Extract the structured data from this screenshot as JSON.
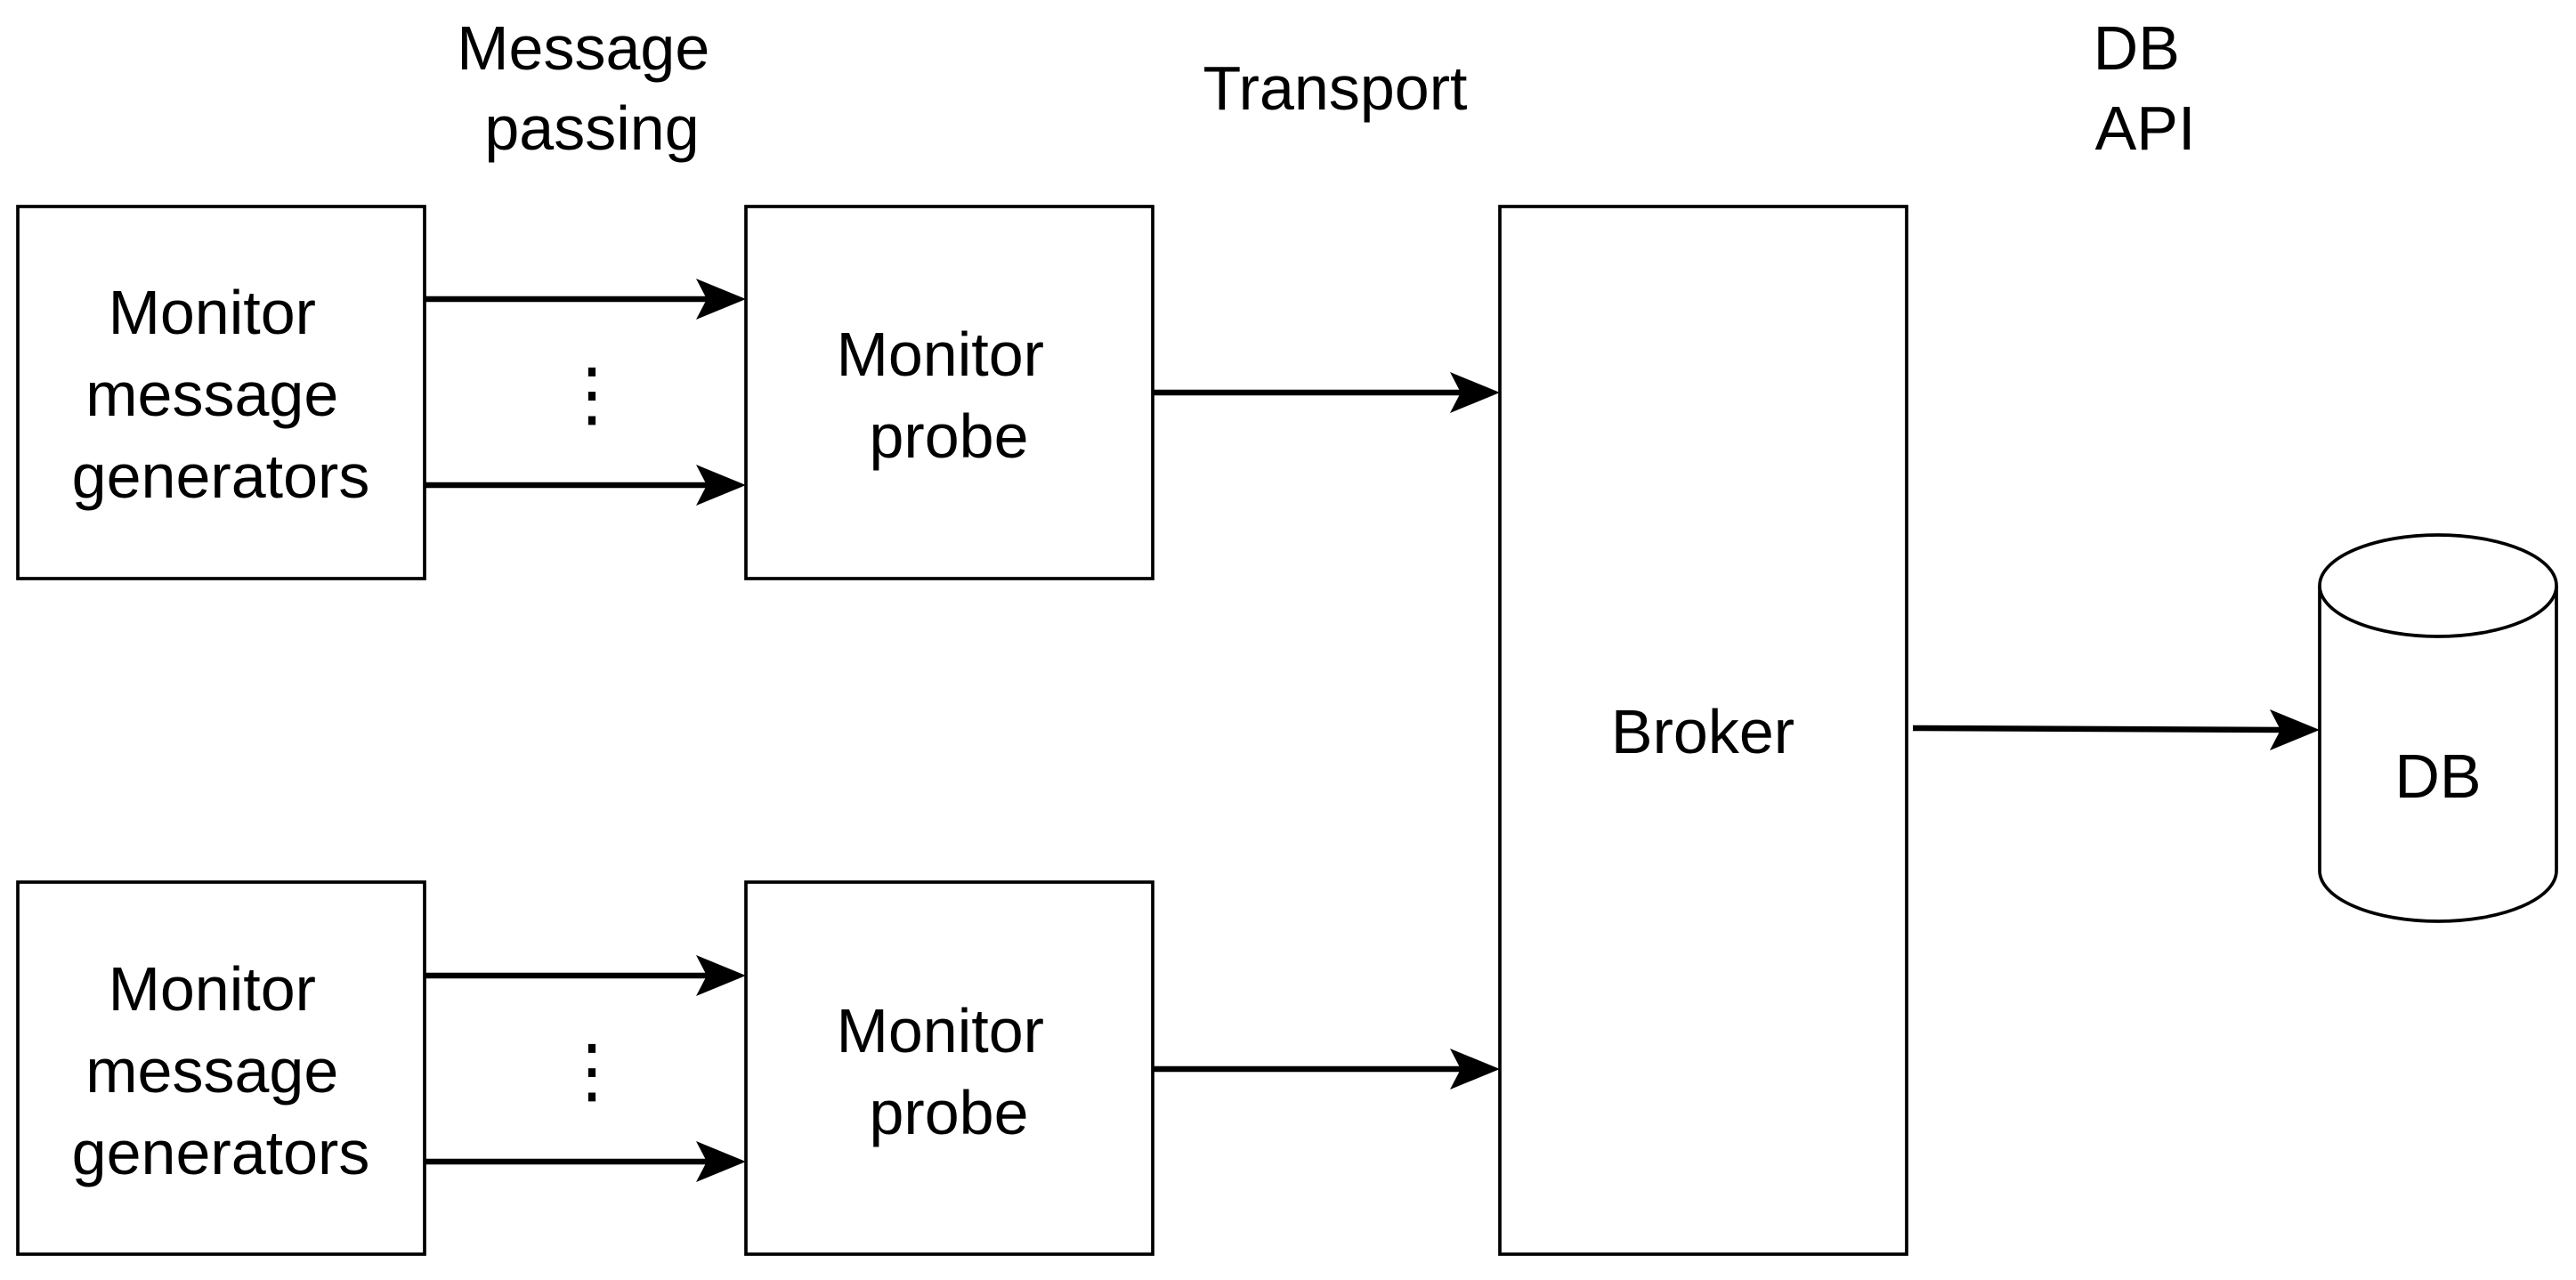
{
  "layers": {
    "message_passing": [
      "Message",
      "passing"
    ],
    "transport": [
      "Transport"
    ],
    "db_api": [
      "DB",
      "API"
    ]
  },
  "generators_top": [
    "Monitor",
    "message",
    "generators"
  ],
  "generators_bottom": [
    "Monitor",
    "message",
    "generators"
  ],
  "probe_top": [
    "Monitor",
    "probe"
  ],
  "probe_bottom": [
    "Monitor",
    "probe"
  ],
  "broker": [
    "Broker"
  ],
  "db": [
    "DB"
  ],
  "ellipsis": "⋮",
  "colors": {
    "stroke": "#000000",
    "fill": "#ffffff"
  }
}
